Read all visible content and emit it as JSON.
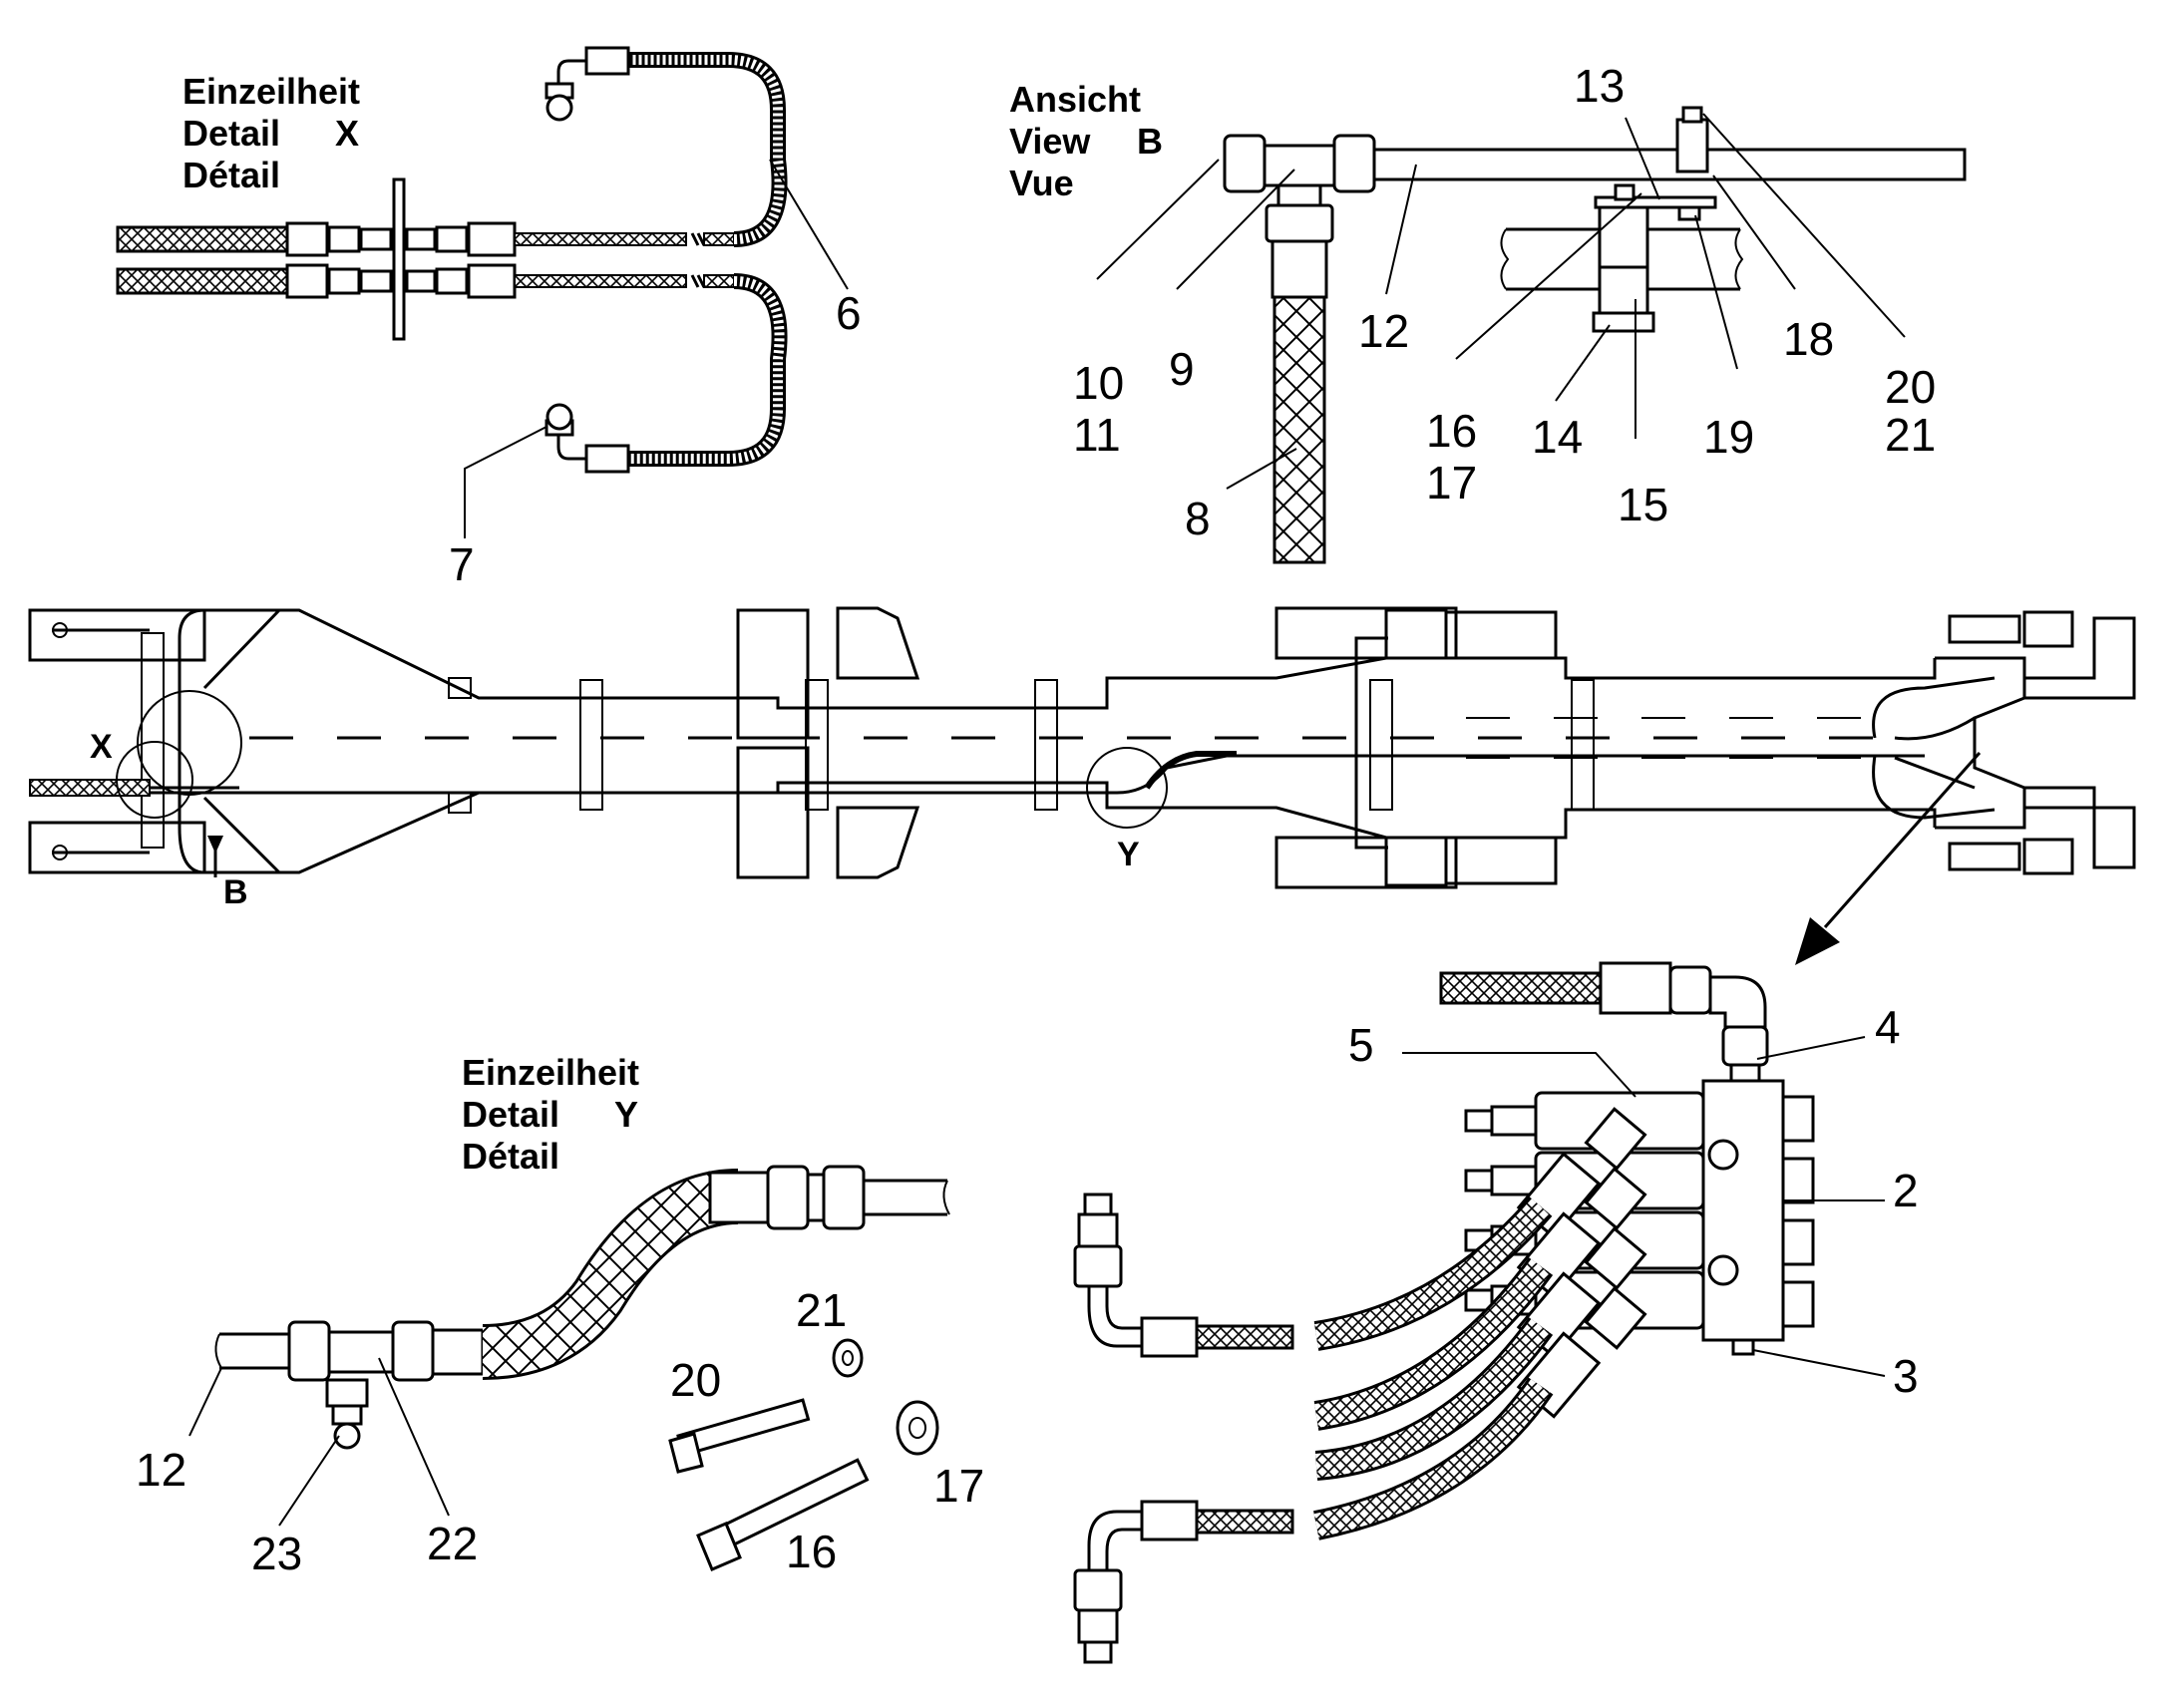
{
  "headers": {
    "detail_x": [
      "Einzeilheit",
      "Detail",
      "Détail"
    ],
    "detail_x_letter": "X",
    "view_b": [
      "Ansicht",
      "View",
      "Vue"
    ],
    "view_b_letter": "B",
    "detail_y": [
      "Einzeilheit",
      "Detail",
      "Détail"
    ],
    "detail_y_letter": "Y"
  },
  "markers": {
    "x": "X",
    "y": "Y",
    "b": "B"
  },
  "callouts": {
    "c6": "6",
    "c7": "7",
    "c8": "8",
    "c9": "9",
    "c10": "10",
    "c11": "11",
    "c12_top": "12",
    "c13": "13",
    "c14": "14",
    "c15": "15",
    "c16_top": "16",
    "c17_top": "17",
    "c18": "18",
    "c19": "19",
    "c20_top": "20",
    "c21_top": "21",
    "c2": "2",
    "c3": "3",
    "c4": "4",
    "c5": "5",
    "c12_bot": "12",
    "c21_bot": "21",
    "c20_bot": "20",
    "c22": "22",
    "c23": "23",
    "c16_bot": "16",
    "c17_bot": "17"
  }
}
